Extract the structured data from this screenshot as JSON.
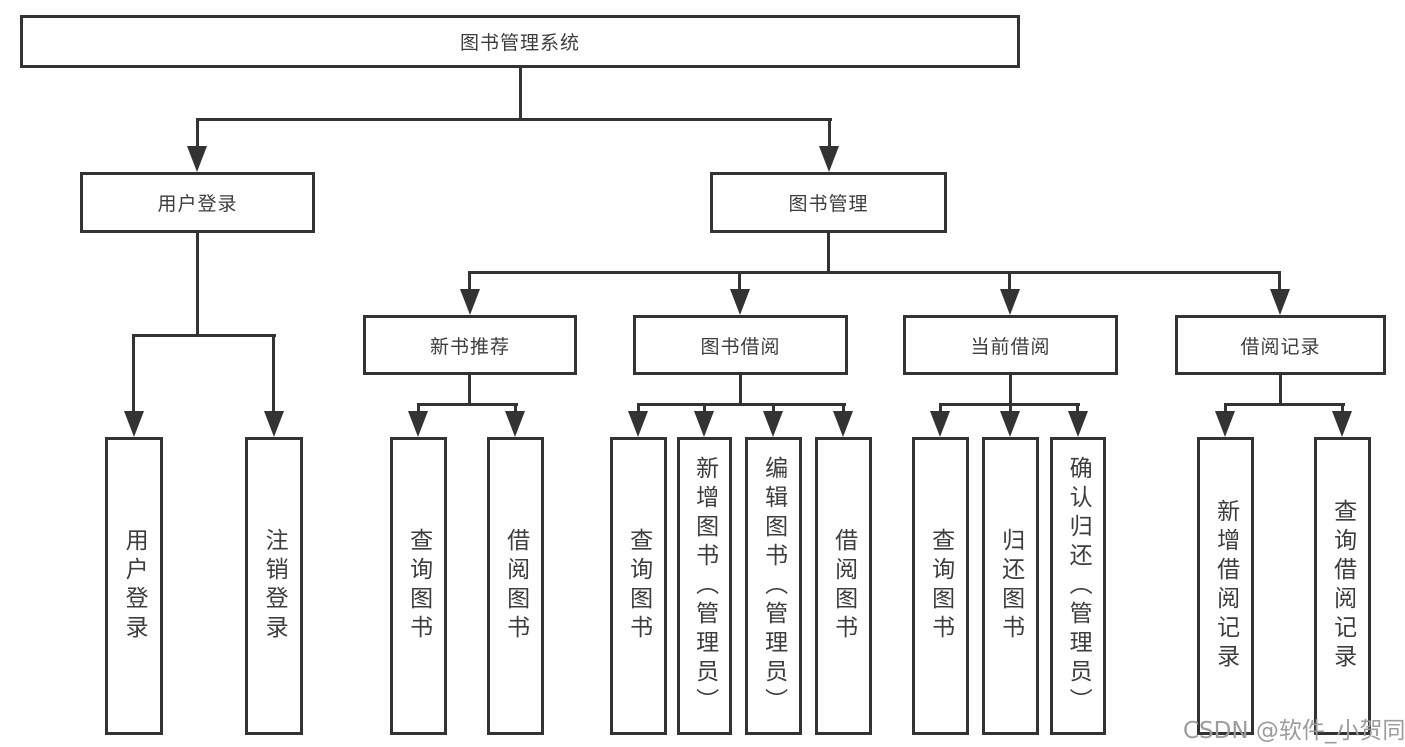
{
  "nodes": {
    "root": "图书管理系统",
    "user_login": "用户登录",
    "book_mgmt": "图书管理",
    "new_books": "新书推荐",
    "book_borrow": "图书借阅",
    "current_borrow": "当前借阅",
    "borrow_records": "借阅记录",
    "leaf_user_login": "用户登录",
    "leaf_logout": "注销登录",
    "leaf_nb_query": "查询图书",
    "leaf_nb_borrow": "借阅图书",
    "leaf_bb_query": "查询图书",
    "leaf_bb_add": "新增图书（管理员）",
    "leaf_bb_edit": "编辑图书（管理员）",
    "leaf_bb_borrow": "借阅图书",
    "leaf_cb_query": "查询图书",
    "leaf_cb_return": "归还图书",
    "leaf_cb_confirm": "确认归还（管理员）",
    "leaf_br_add": "新增借阅记录",
    "leaf_br_query": "查询借阅记录"
  },
  "watermark": "CSDN @软件_小贺同学",
  "colors": {
    "line": "#333333",
    "text": "#3d3d3d",
    "watermark": "#9c9c9c",
    "background": "#ffffff"
  }
}
